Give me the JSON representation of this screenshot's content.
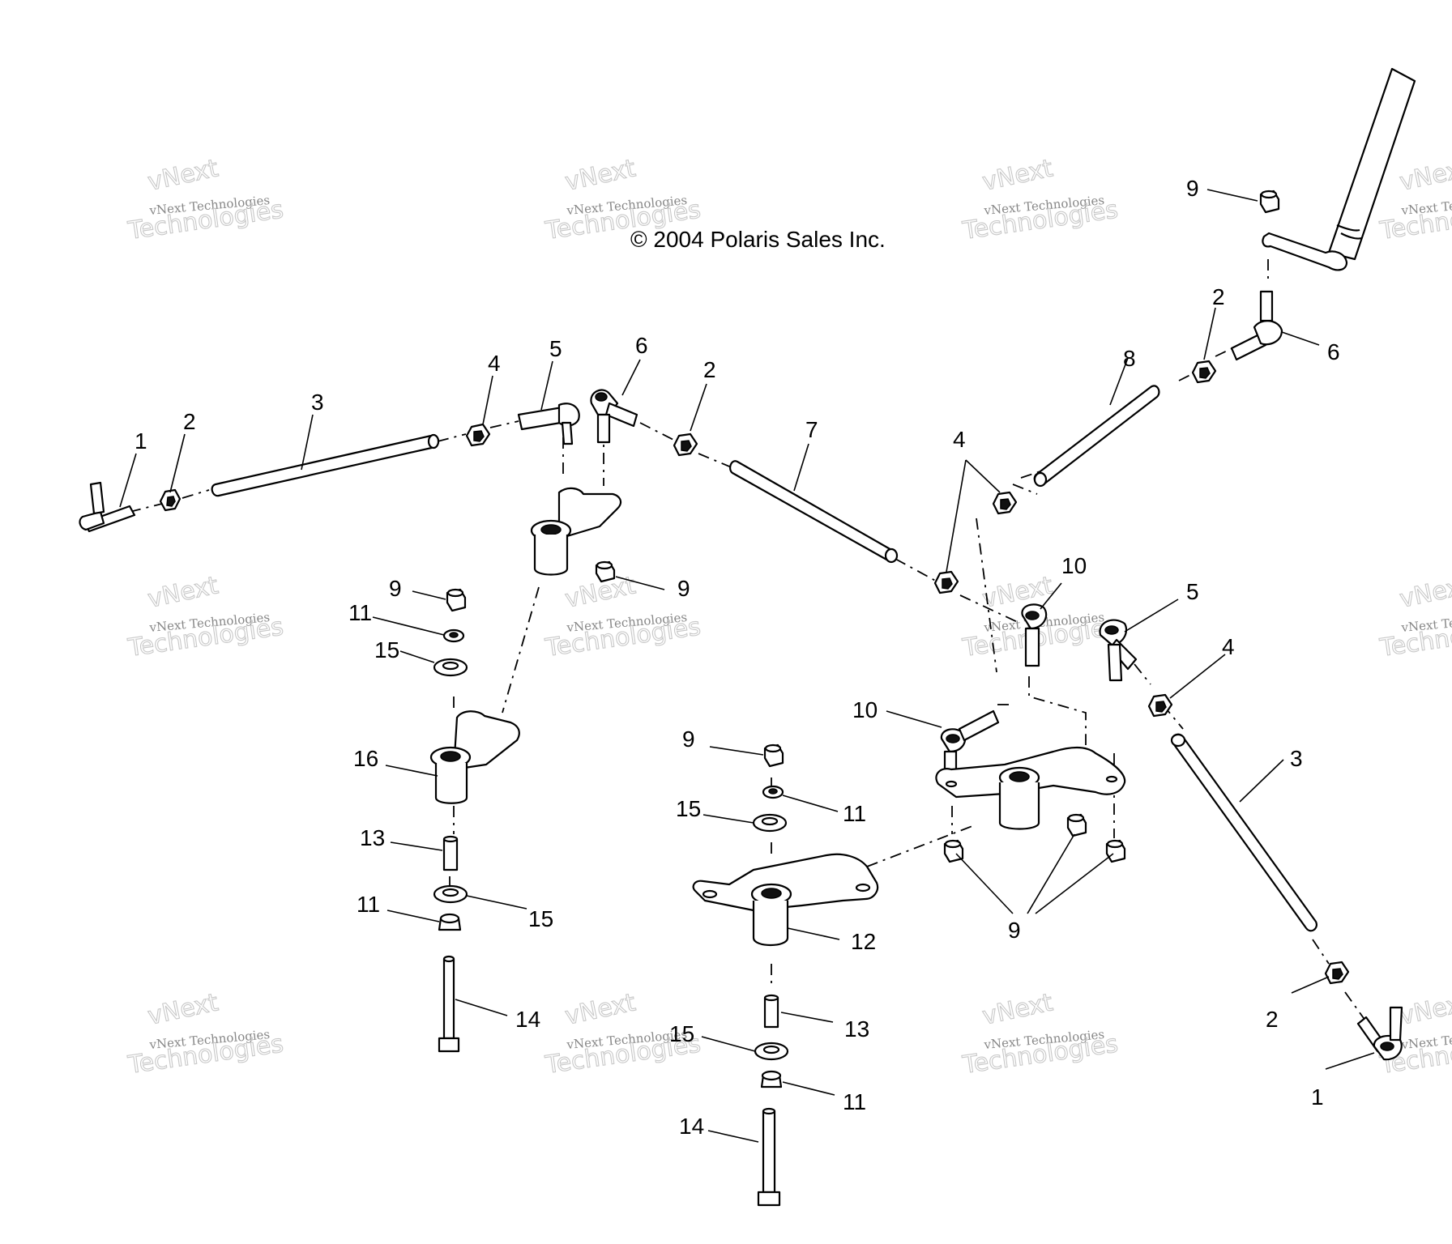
{
  "copyright": "© 2004 Polaris Sales Inc.",
  "watermark": {
    "line1": "vNext",
    "line2": "vNext Technologies",
    "line3": "Technologies"
  },
  "callouts": [
    {
      "id": "c1a",
      "text": "1"
    },
    {
      "id": "c2a",
      "text": "2"
    },
    {
      "id": "c3a",
      "text": "3"
    },
    {
      "id": "c4a",
      "text": "4"
    },
    {
      "id": "c5a",
      "text": "5"
    },
    {
      "id": "c6a",
      "text": "6"
    },
    {
      "id": "c2b",
      "text": "2"
    },
    {
      "id": "c7",
      "text": "7"
    },
    {
      "id": "c4b",
      "text": "4"
    },
    {
      "id": "c8",
      "text": "8"
    },
    {
      "id": "c2c",
      "text": "2"
    },
    {
      "id": "c6b",
      "text": "6"
    },
    {
      "id": "c9a",
      "text": "9"
    },
    {
      "id": "c9b",
      "text": "9"
    },
    {
      "id": "c9c",
      "text": "9"
    },
    {
      "id": "c11a",
      "text": "11"
    },
    {
      "id": "c15a",
      "text": "15"
    },
    {
      "id": "c16",
      "text": "16"
    },
    {
      "id": "c13a",
      "text": "13"
    },
    {
      "id": "c11b",
      "text": "11"
    },
    {
      "id": "c15b",
      "text": "15"
    },
    {
      "id": "c14a",
      "text": "14"
    },
    {
      "id": "c10a",
      "text": "10"
    },
    {
      "id": "c10b",
      "text": "10"
    },
    {
      "id": "c5b",
      "text": "5"
    },
    {
      "id": "c4c",
      "text": "4"
    },
    {
      "id": "c3b",
      "text": "3"
    },
    {
      "id": "c9d",
      "text": "9"
    },
    {
      "id": "c15c",
      "text": "15"
    },
    {
      "id": "c11c",
      "text": "11"
    },
    {
      "id": "c12",
      "text": "12"
    },
    {
      "id": "c13b",
      "text": "13"
    },
    {
      "id": "c15d",
      "text": "15"
    },
    {
      "id": "c11d",
      "text": "11"
    },
    {
      "id": "c14b",
      "text": "14"
    },
    {
      "id": "c9e",
      "text": "9"
    },
    {
      "id": "c2d",
      "text": "2"
    },
    {
      "id": "c1b",
      "text": "1"
    }
  ]
}
